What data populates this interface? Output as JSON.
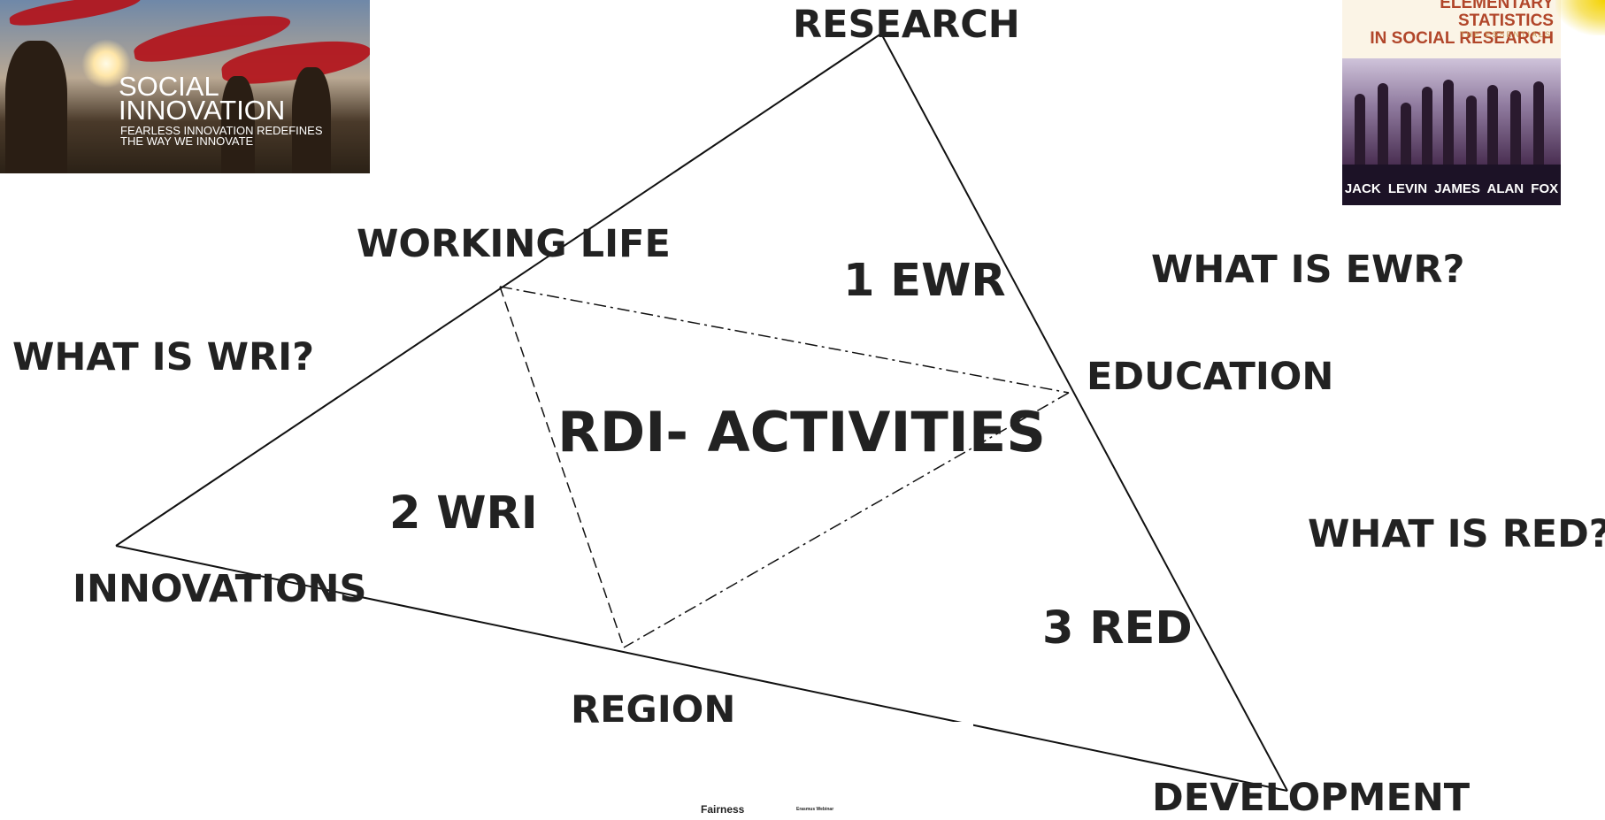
{
  "photo_banner": {
    "title": "SOCIAL\nINNOVATION",
    "subtitle": "FEARLESS INNOVATION REDEFINES\nTHE WAY WE INNOVATE"
  },
  "book_cover": {
    "title": "ELEMENTARY STATISTICS\nIN SOCIAL RESEARCH",
    "subtitle": "THE ESSENTIALS",
    "authors": "JACK LEVIN   JAMES ALAN FOX"
  },
  "vertices": {
    "top": "RESEARCH",
    "right": "DEVELOPMENT",
    "left": "INNOVATIONS"
  },
  "midpoints": {
    "left_edge": "WORKING LIFE",
    "right_edge": "EDUCATION",
    "bottom_edge": "REGION"
  },
  "center_label": "RDI- ACTIVITIES",
  "zones": [
    "1 EWR",
    "2 WRI",
    "3 RED"
  ],
  "questions": [
    "WHAT IS EWR?",
    "WHAT IS WRI?",
    "WHAT IS RED?"
  ],
  "fragments": {
    "fairness": "Fairness",
    "small": "Erasmus Webinar"
  },
  "colors": {
    "text": "#222222",
    "line": "#111111",
    "background": "#ffffff"
  }
}
